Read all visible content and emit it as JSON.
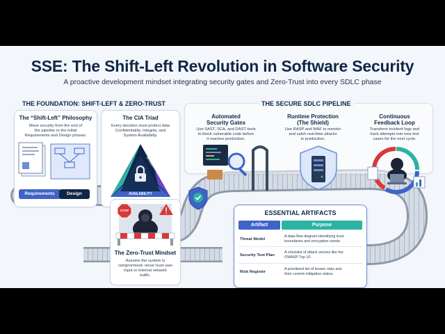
{
  "header": {
    "title": "SSE: The Shift-Left Revolution in Software Security",
    "subtitle": "A proactive development mindset integrating security gates and Zero-Trust into every SDLC phase"
  },
  "foundation": {
    "heading": "THE FOUNDATION: SHIFT-LEFT & ZERO-TRUST",
    "shift_left": {
      "title": "The “Shift-Left” Philosophy",
      "desc": [
        "Move security from the end of",
        "the pipeline to the initial",
        "Requirements and Design phases."
      ],
      "phases": [
        "Requirements",
        "Design"
      ]
    },
    "cia": {
      "title": "The CIA Triad",
      "desc": [
        "Every decision must protect data",
        "Confidentiality, Integrity, and",
        "System Availability."
      ],
      "labels": [
        "CONFIDENTIALITY",
        "INTEGRITY",
        "AVAILABILITY"
      ]
    },
    "zero_trust": {
      "title": "The Zero-Trust Mindset",
      "desc": [
        "Assume the system is",
        "compromised; never trust user",
        "input or internal network",
        "traffic."
      ],
      "stop_sign": "STOP"
    }
  },
  "pipeline": {
    "heading": "THE SECURE SDLC PIPELINE",
    "stages": [
      {
        "title": [
          "Automated",
          "Security Gates"
        ],
        "desc": [
          "Use SAST, SCA, and DAST tools",
          "to block vulnerable code before",
          "it reaches production."
        ]
      },
      {
        "title": [
          "Runtime Protection",
          "(The Shield)"
        ],
        "desc": [
          "Use RASP and WAF to monitor",
          "and catch real-time attacks",
          "in production."
        ]
      },
      {
        "title": [
          "Continuous",
          "Feedback Loop"
        ],
        "desc": [
          "Transform incident logs and",
          "hack attempts into new test",
          "cases for the next cycle."
        ]
      }
    ]
  },
  "artifacts": {
    "title": "ESSENTIAL ARTIFACTS",
    "columns": [
      "Artifact",
      "Purpose"
    ],
    "rows": [
      {
        "name": "Threat Model",
        "purpose": [
          "A data-flow diagram identifying trust",
          "boundaries and encryption needs."
        ]
      },
      {
        "name": "Security Test Plan",
        "purpose": [
          "A checklist of attack vectors like the",
          "OWASP Top 10."
        ]
      },
      {
        "name": "Risk Register",
        "purpose": [
          "A prioritized list of known risks and",
          "their current mitigation status."
        ]
      }
    ]
  },
  "colors": {
    "navy": "#0f2747",
    "accent_blue": "#3f63c9",
    "teal": "#2bb3a4",
    "purple": "#6a45c2",
    "red": "#d9383a"
  }
}
